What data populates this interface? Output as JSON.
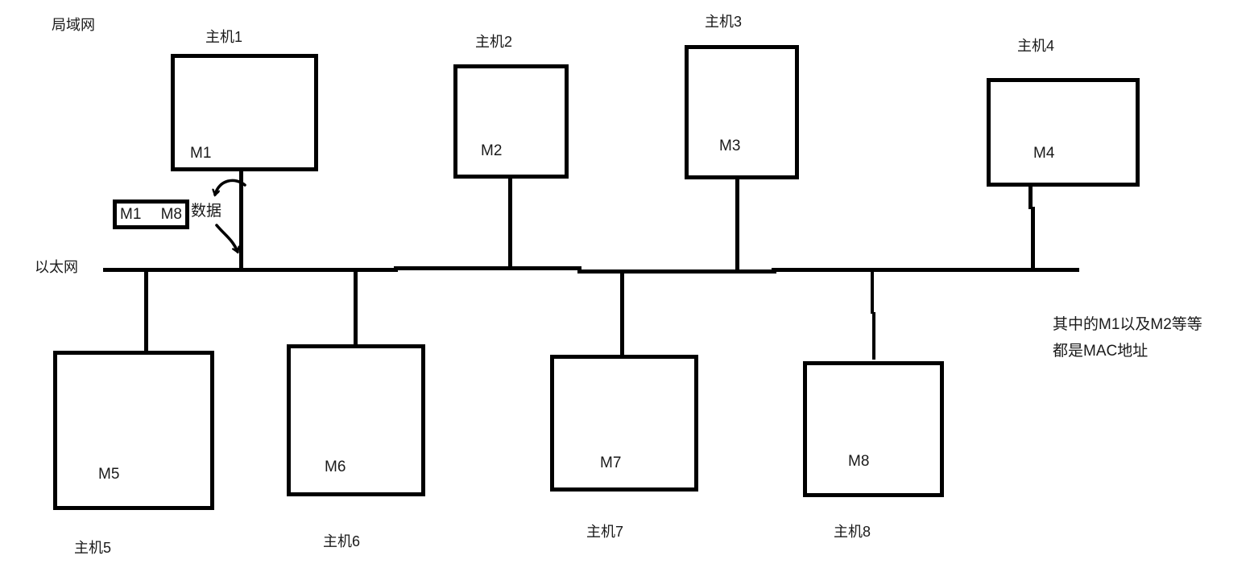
{
  "diagram": {
    "lan_title": "局域网",
    "ethernet_label": "以太网",
    "hosts": [
      {
        "name": "主机1",
        "mac": "M1"
      },
      {
        "name": "主机2",
        "mac": "M2"
      },
      {
        "name": "主机3",
        "mac": "M3"
      },
      {
        "name": "主机4",
        "mac": "M4"
      },
      {
        "name": "主机5",
        "mac": "M5"
      },
      {
        "name": "主机6",
        "mac": "M6"
      },
      {
        "name": "主机7",
        "mac": "M7"
      },
      {
        "name": "主机8",
        "mac": "M8"
      }
    ],
    "frame": {
      "src_mac": "M1",
      "dst_mac": "M8",
      "label": "数据"
    },
    "note_line1": "其中的M1以及M2等等",
    "note_line2": "都是MAC地址",
    "colors": {
      "ink": "#000000",
      "text": "#1a1a1a",
      "background": "#ffffff"
    }
  }
}
